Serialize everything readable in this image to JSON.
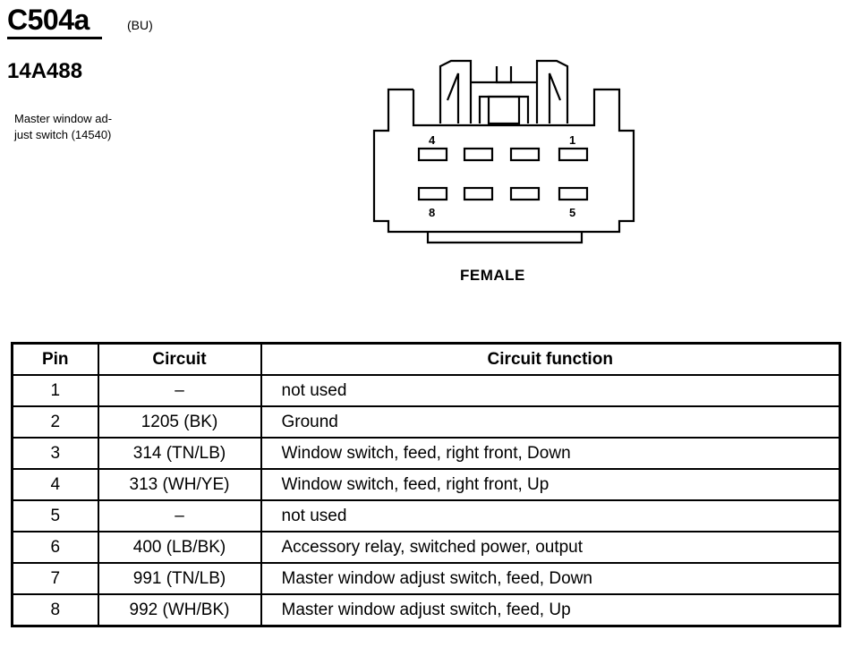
{
  "header": {
    "connector_id": "C504a",
    "color_code": "(BU)",
    "part_number": "14A488",
    "description_line1": "Master window ad-",
    "description_line2": "just switch (14540)"
  },
  "diagram": {
    "view_label": "FEMALE",
    "pin_labels": {
      "top_left": "4",
      "top_right": "1",
      "bottom_left": "8",
      "bottom_right": "5"
    }
  },
  "table": {
    "headers": [
      "Pin",
      "Circuit",
      "Circuit function"
    ],
    "rows": [
      {
        "pin": "1",
        "circuit": "–",
        "function": "not used"
      },
      {
        "pin": "2",
        "circuit": "1205 (BK)",
        "function": "Ground"
      },
      {
        "pin": "3",
        "circuit": "314 (TN/LB)",
        "function": "Window switch, feed, right front, Down"
      },
      {
        "pin": "4",
        "circuit": "313 (WH/YE)",
        "function": "Window switch, feed, right front, Up"
      },
      {
        "pin": "5",
        "circuit": "–",
        "function": "not used"
      },
      {
        "pin": "6",
        "circuit": "400 (LB/BK)",
        "function": "Accessory relay, switched power, output"
      },
      {
        "pin": "7",
        "circuit": "991 (TN/LB)",
        "function": "Master window adjust switch, feed, Down"
      },
      {
        "pin": "8",
        "circuit": "992 (WH/BK)",
        "function": "Master window adjust switch, feed, Up"
      }
    ]
  }
}
